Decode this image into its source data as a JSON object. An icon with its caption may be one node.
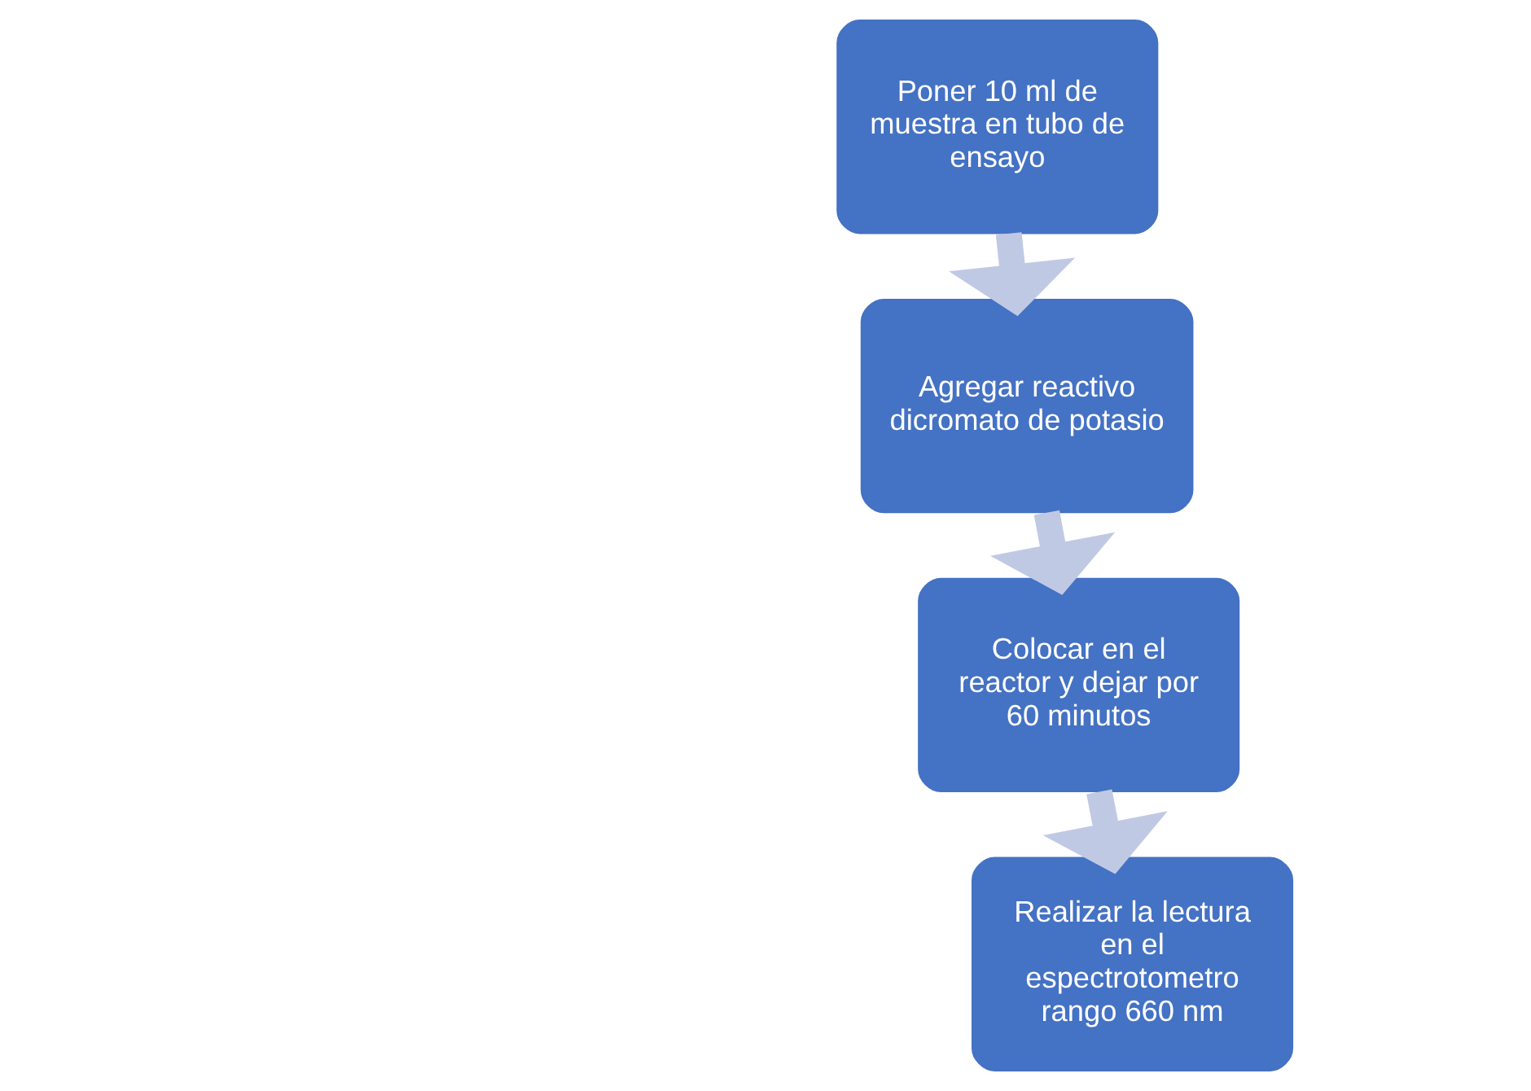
{
  "diagram": {
    "nodes": [
      {
        "text": [
          "Poner 10 ml de muestra en tubo de ensayo"
        ]
      },
      {
        "text": [
          "Agregar reactivo dicromato de potasio"
        ]
      },
      {
        "text": [
          "Colocar en el reactor y dejar por 60 minutos"
        ]
      },
      {
        "text": [
          "Realizar la lectura en el espectrotometro rango 660 nm"
        ]
      }
    ],
    "edges": [
      {
        "from": 0,
        "to": 1,
        "arrow": "to"
      },
      {
        "from": 1,
        "to": 2,
        "arrow": "to"
      },
      {
        "from": 2,
        "to": 3,
        "arrow": "to"
      }
    ]
  }
}
